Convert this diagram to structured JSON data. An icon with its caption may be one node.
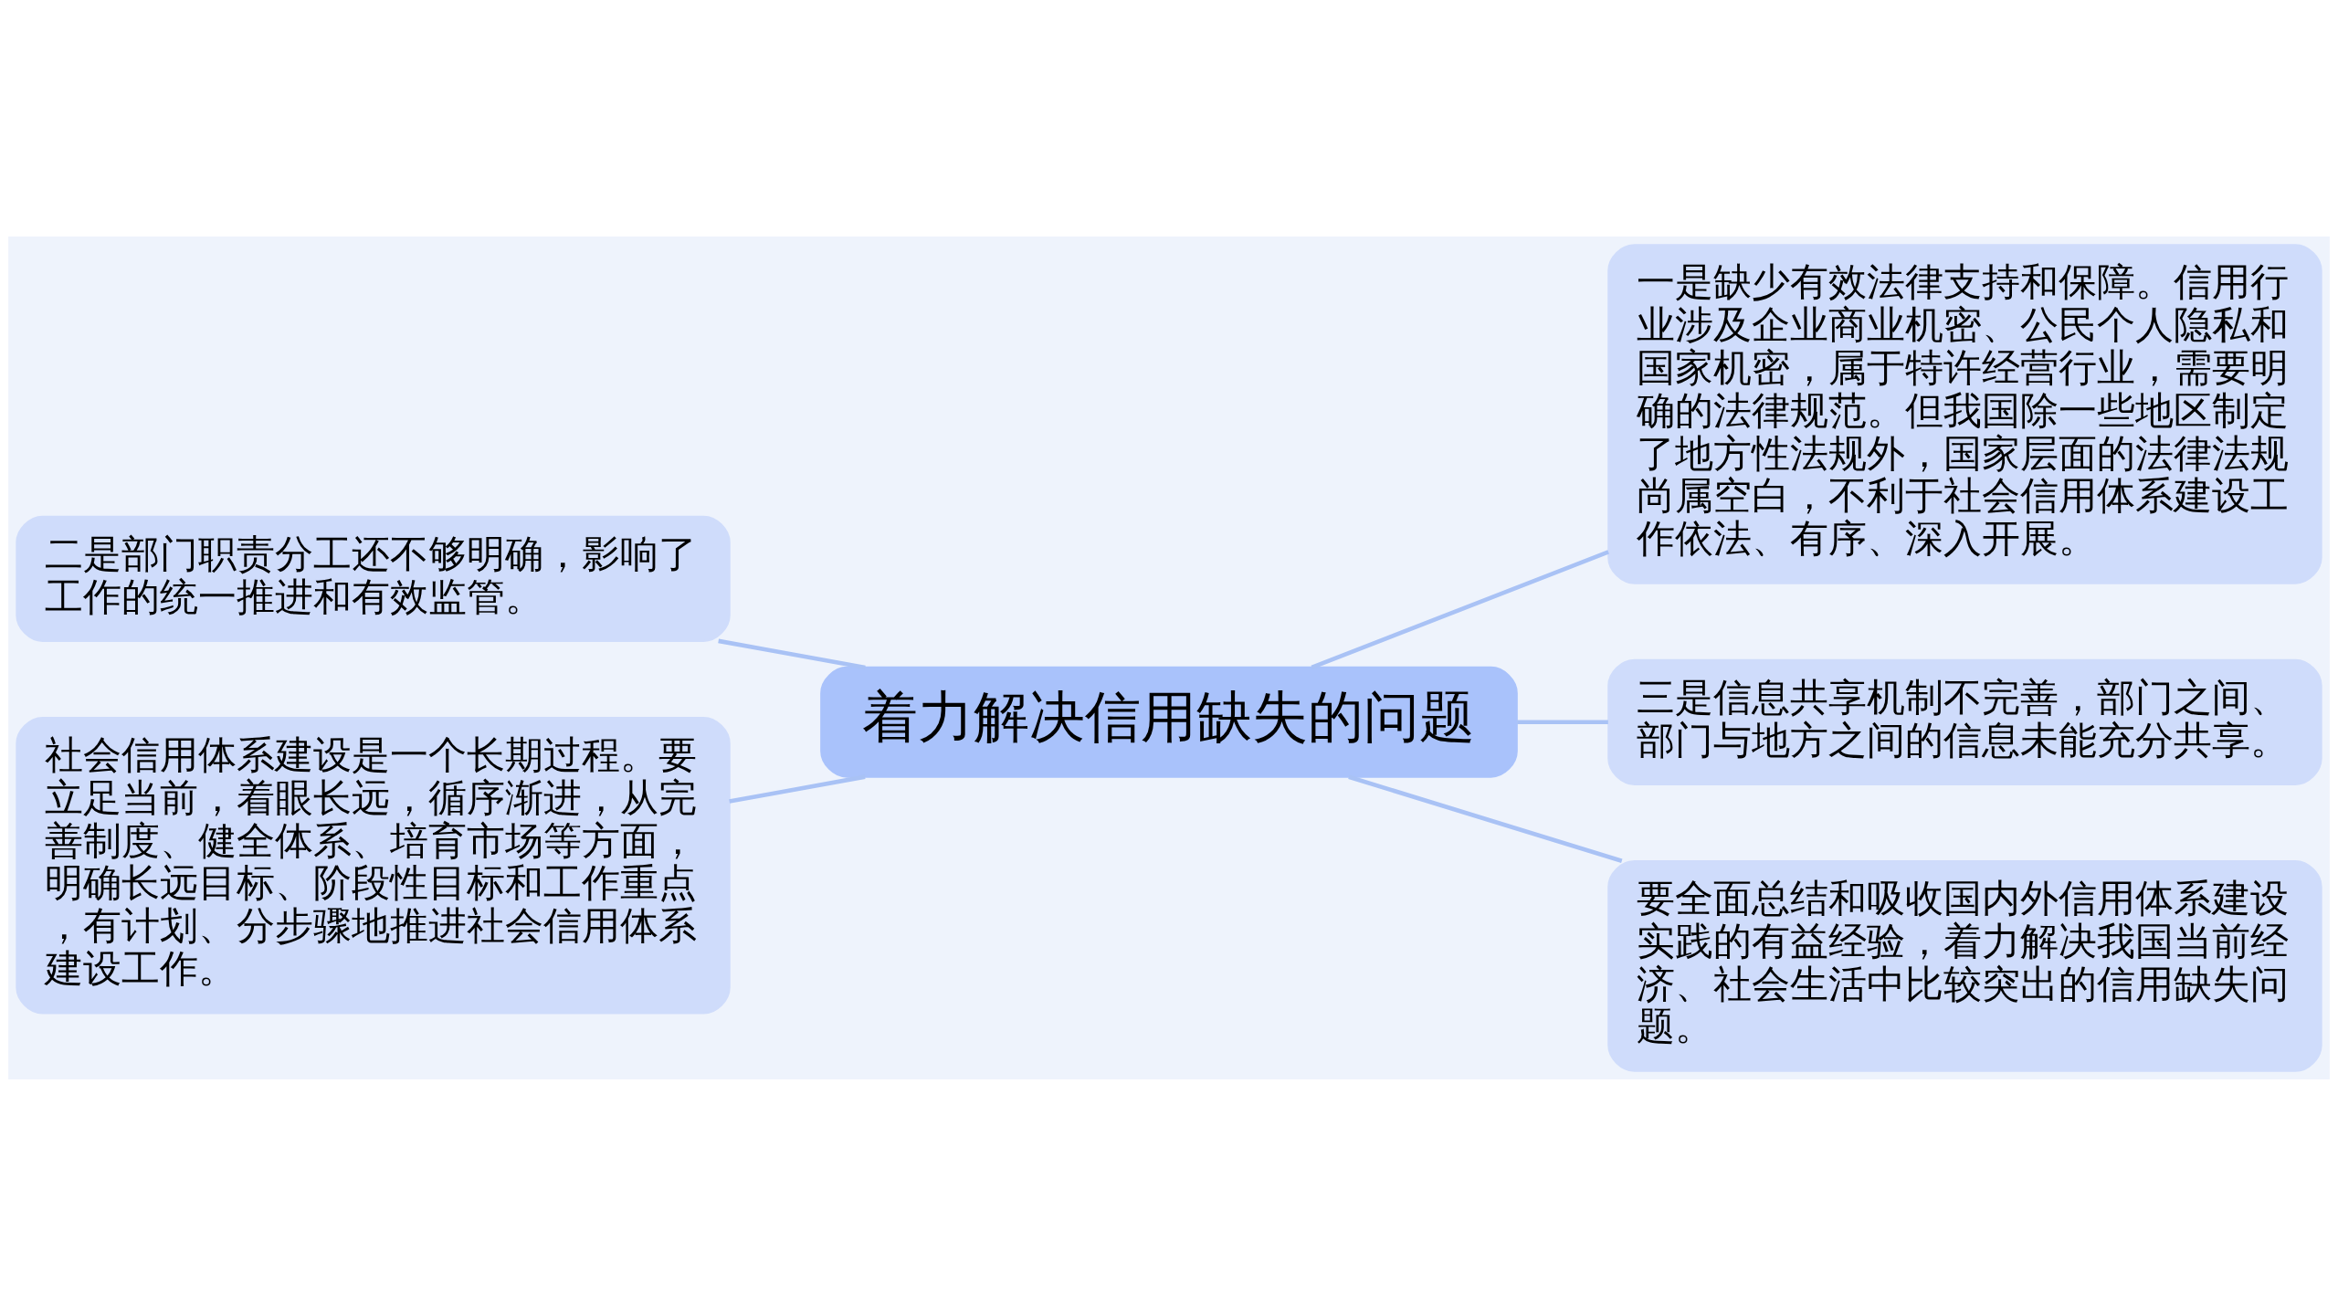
{
  "diagram": {
    "nodes": [
      {
        "text": [
          "着力解决信用缺失的问题"
        ]
      },
      {
        "text": [
          "二是部门职责分工还不够明确，影响了工作的统一推进和有效监管。"
        ]
      },
      {
        "text": [
          "社会信用体系建设是一个长期过程。要立足当前，着眼长远，循序渐进，从完善制度、健全体系、培育市场等方面，明确长远目标、阶段性目标和工作重点，有计划、分步骤地推进社会信用体系建设工作。"
        ]
      },
      {
        "text": [
          "一是缺少有效法律支持和保障。信用行业涉及企业商业机密、公民个人隐私和国家机密，属于特许经营行业，需要明确的法律规范。但我国除一些地区制定了地方性法规外，国家层面的法律法规尚属空白，不利于社会信用体系建设工作依法、有序、深入开展。"
        ]
      },
      {
        "text": [
          "三是信息共享机制不完善，部门之间、部门与地方之间的信息未能充分共享。"
        ]
      },
      {
        "text": [
          "要全面总结和吸收国内外信用体系建设实践的有益经验，着力解决我国当前经济、社会生活中比较突出的信用缺失问题。"
        ]
      }
    ],
    "edges": [
      {
        "from": 1,
        "to": 0,
        "arrow": "none"
      },
      {
        "from": 2,
        "to": 0,
        "arrow": "none"
      },
      {
        "from": 0,
        "to": 3,
        "arrow": "none"
      },
      {
        "from": 0,
        "to": 4,
        "arrow": "none"
      },
      {
        "from": 0,
        "to": 5,
        "arrow": "none"
      }
    ]
  }
}
